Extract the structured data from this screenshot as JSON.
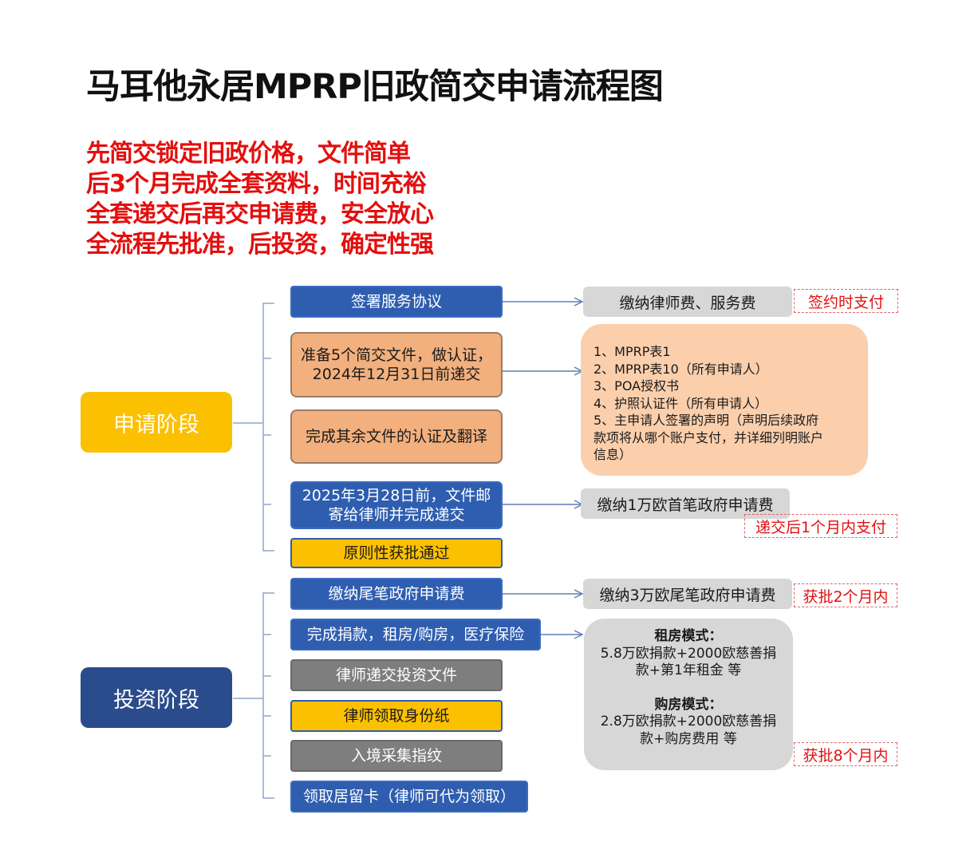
{
  "title": "马耳他永居MPRP旧政简交申请流程图",
  "subtitles": [
    "先简交锁定旧政价格，文件简单",
    "后3个月完成全套资料，时间充裕",
    "全套递交后再交申请费，安全放心",
    "全流程先批准，后投资，确定性强"
  ],
  "phases": {
    "application": "申请阶段",
    "investment": "投资阶段"
  },
  "steps": {
    "sign": "签署服务协议",
    "prepare_1": "准备5个简交文件，做认证，",
    "prepare_2": "2024年12月31日前递交",
    "complete_docs": "完成其余文件的认证及翻译",
    "mail_1": "2025年3月28日前，文件邮",
    "mail_2": "寄给律师并完成递交",
    "approval": "原则性获批通过",
    "final_fee": "缴纳尾笔政府申请费",
    "donation": "完成捐款，租房/购房，医疗保险",
    "invest_docs": "律师递交投资文件",
    "id_paper": "律师领取身份纸",
    "fingerprint": "入境采集指纹",
    "residence_card": "领取居留卡（律师可代为领取）"
  },
  "notes": {
    "fees": "缴纳律师费、服务费",
    "fees_time": "签约时支付",
    "docs_list": [
      "1、MPRP表1",
      "2、MPRP表10（所有申请人）",
      "3、POA授权书",
      "4、护照认证件（所有申请人）",
      "5、主申请人签署的声明（声明后续政府",
      "款项将从哪个账户支付，并详细列明账户",
      "信息）"
    ],
    "first_fee": "缴纳1万欧首笔政府申请费",
    "first_fee_time": "递交后1个月内支付",
    "final_fee": "缴纳3万欧尾笔政府申请费",
    "final_fee_time": "获批2个月内",
    "rent_title": "租房模式：",
    "rent_1": "5.8万欧捐款+2000欧慈善捐",
    "rent_2": "款+第1年租金 等",
    "buy_title": "购房模式：",
    "buy_1": "2.8万欧捐款+2000欧慈善捐",
    "buy_2": "款+购房费用 等",
    "invest_time": "获批8个月内"
  },
  "colors": {
    "blue": "#2f5eb0",
    "dark_blue": "#2b4c8c",
    "yellow": "#fbc000",
    "orange": "#f2b07e",
    "gray": "#7e7e7e",
    "red": "#e30f0f"
  }
}
